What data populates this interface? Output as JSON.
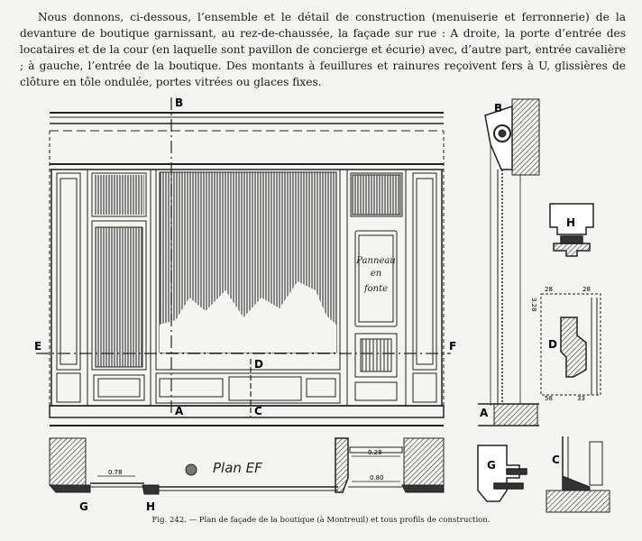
{
  "paragraph": "Nous donnons, ci-dessous, l’ensemble et le détail de construction (menuiserie et ferronnerie) de la devanture de boutique garnissant, au rez-de-chaussée, la façade sur rue : A droite, la porte d’entrée des locataires et de la cour (en laquelle sont pavillon de concierge et écurie) avec, d’autre part, entrée cavalière ; à gauche, l’entrée de la boutique. Des montants à feuillures et rainures reçoivent fers à U, glissières de clôture en tôle ondulée, portes vitrées ou glaces fixes.",
  "labels": {
    "B_top": "B",
    "E": "E",
    "F": "F",
    "D_mid": "D",
    "A_bot": "A",
    "C_bot": "C",
    "panneau_1": "Panneau",
    "panneau_2": "en",
    "panneau_3": "fonte",
    "B_prof": "B",
    "H_prof": "H",
    "D_prof": "D",
    "A_prof": "A",
    "G_plan": "G",
    "H_plan": "H",
    "plan_title": "Plan EF",
    "G_prof": "G",
    "C_prof": "C",
    "dim_height": "3.28",
    "dim_a": "0.78",
    "dim_b": "0.28",
    "dim_c": "0.80",
    "dim_d1": "28",
    "dim_d2": "28",
    "dim_d3": "58",
    "dim_d4": "33"
  },
  "caption": "Fig. 242. — Plan de façade de la boutique (à Montreuil) et tous profils de construction."
}
